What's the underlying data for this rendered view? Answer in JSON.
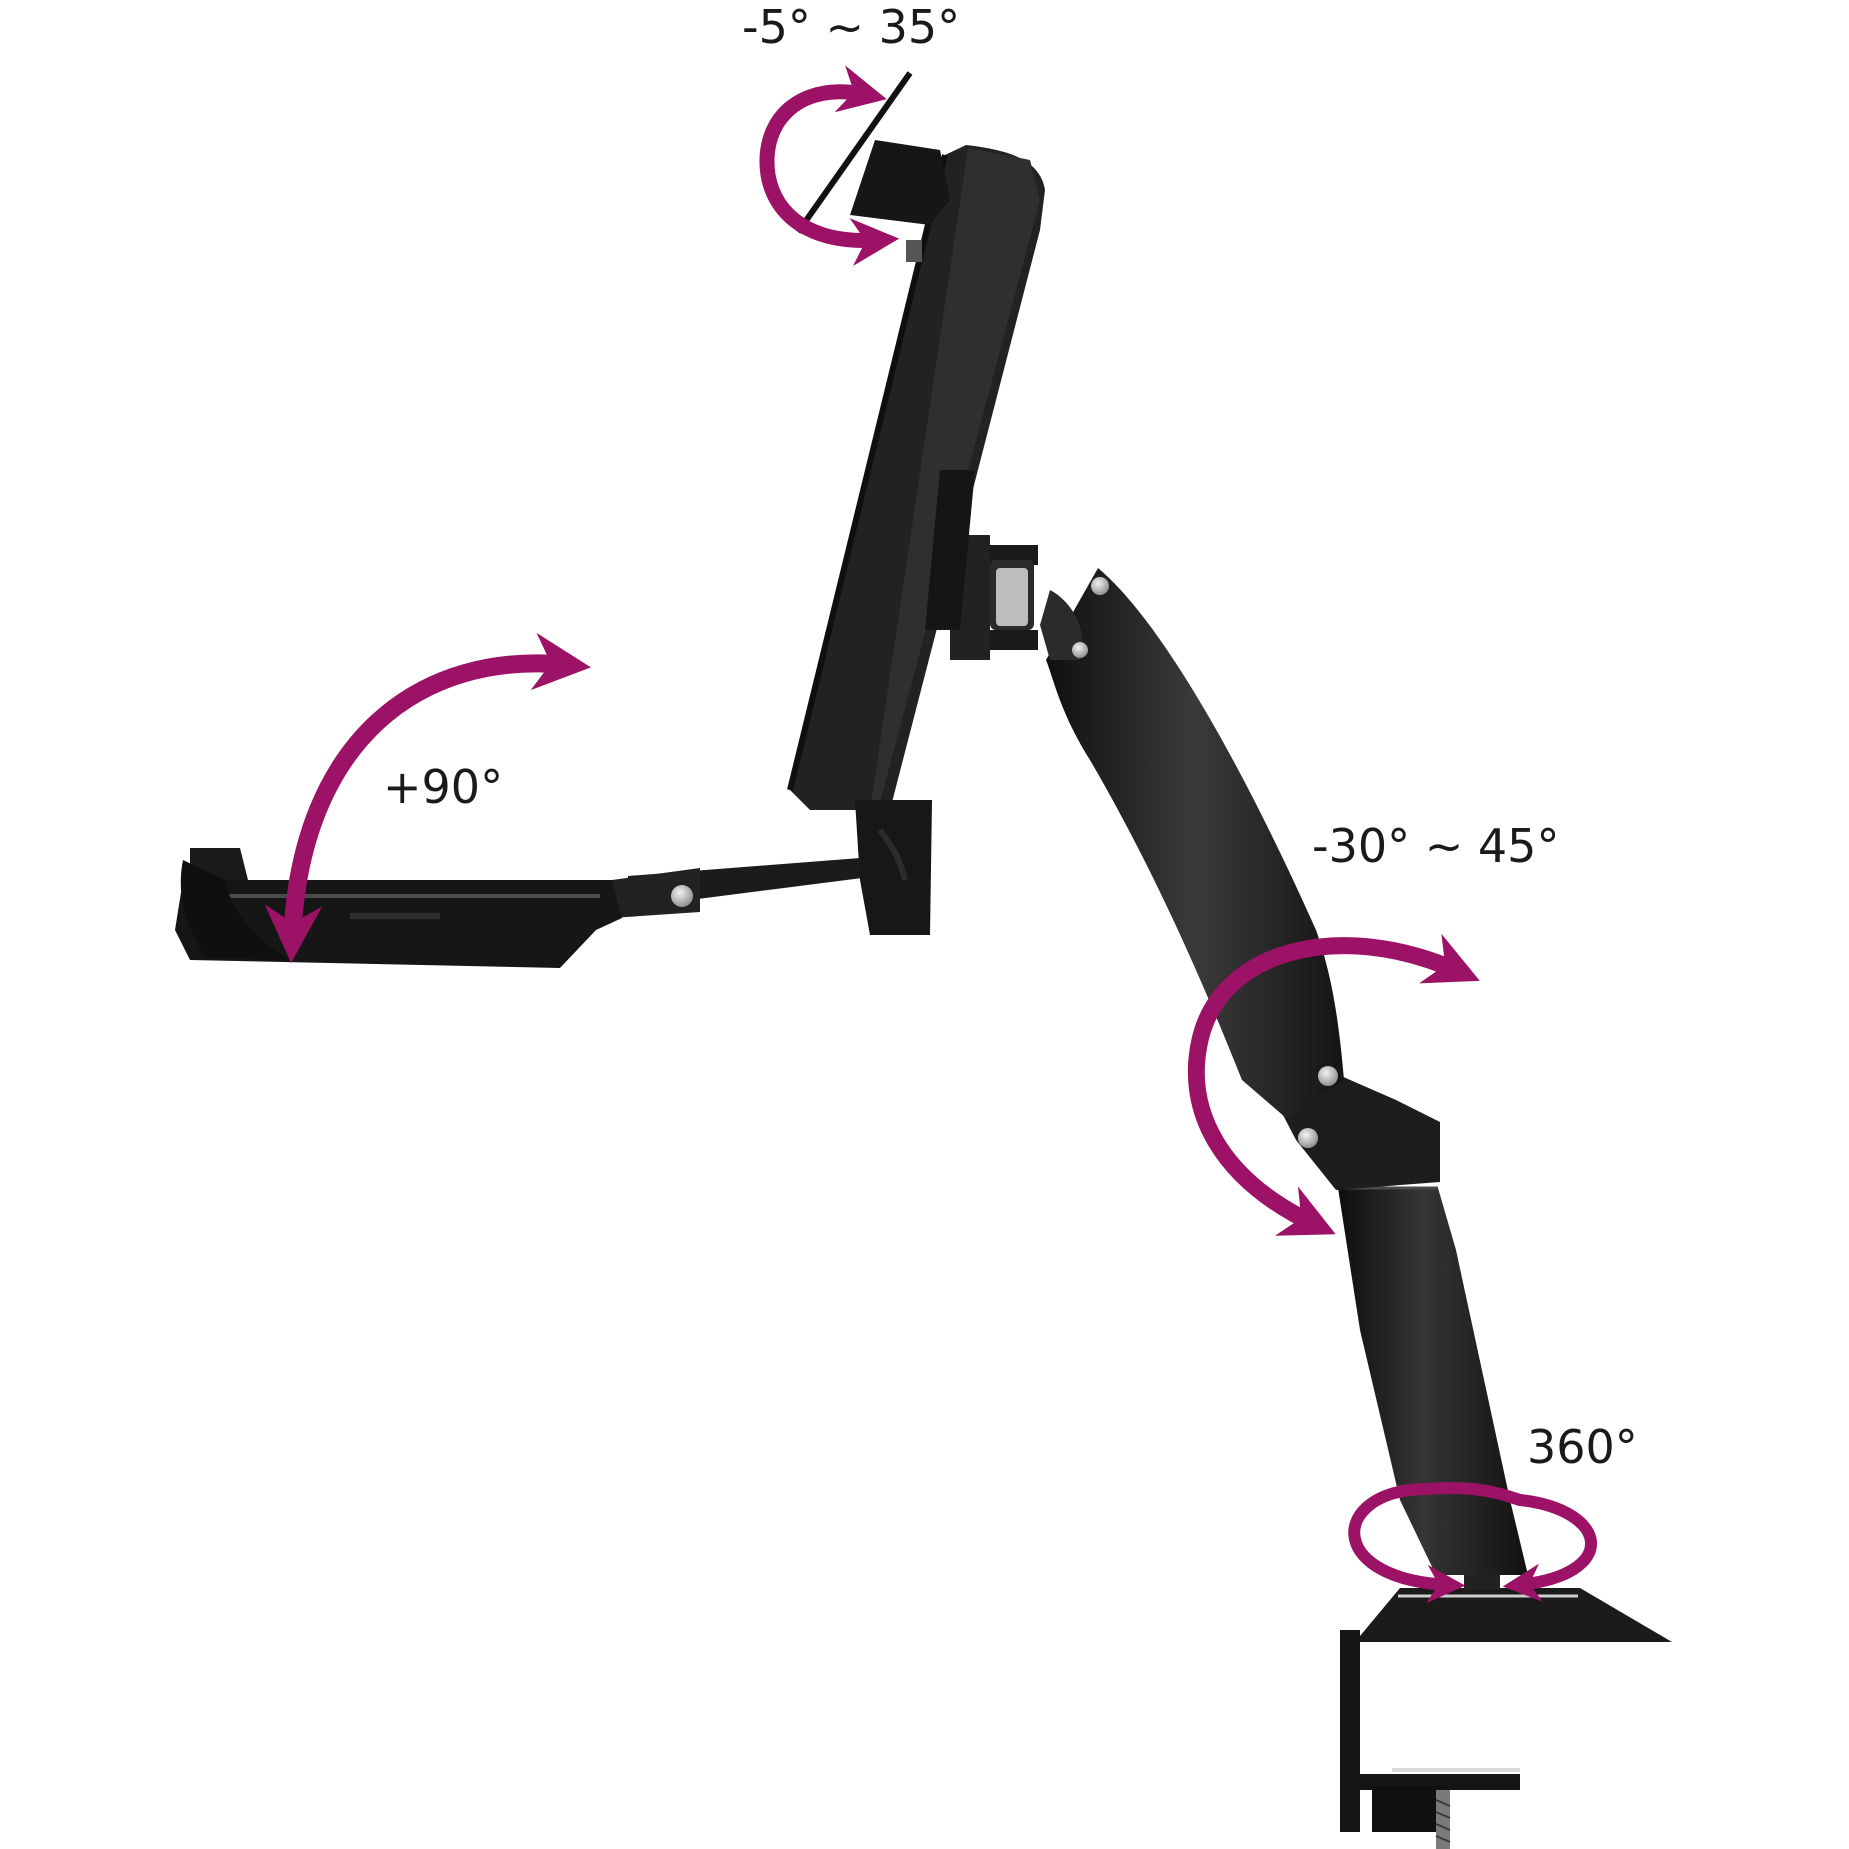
{
  "labels": {
    "monitor_tilt": "-5° ~ 35°",
    "keyboard_tilt": "+90°",
    "arm_tilt": "-30° ~ 45°",
    "base_swivel": "360°"
  },
  "colors": {
    "arrow": "#9c1266",
    "arm": "#1e1e1e",
    "arm_highlight": "#3b3b3b",
    "arm_shadow": "#0d0d0d",
    "pivot_metal": "#bdbdbd",
    "background": "#ffffff"
  },
  "parts": {
    "monitor": "monitor",
    "keyboard_tray": "keyboard-tray",
    "gas_spring_arm": "gas-spring-arm",
    "pole": "pole",
    "desk_clamp": "desk-clamp"
  }
}
